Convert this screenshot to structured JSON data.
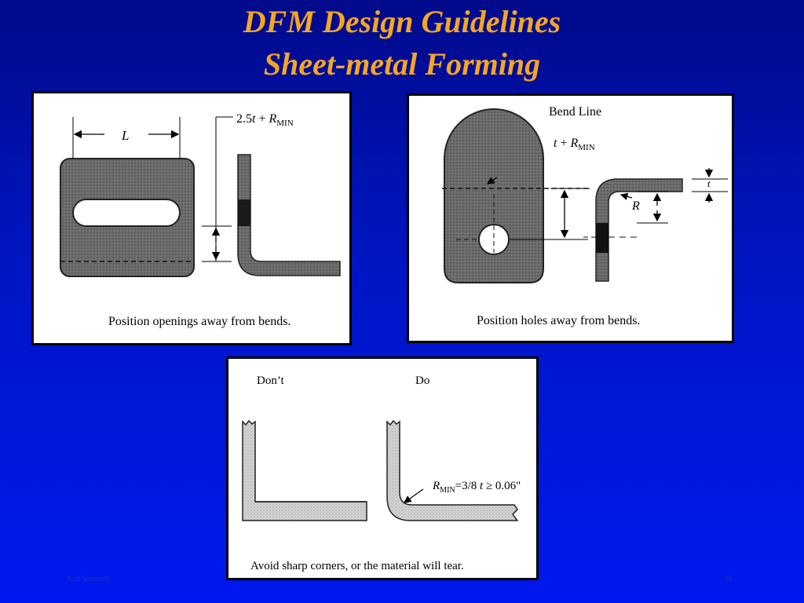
{
  "slide": {
    "title_line1": "DFM Design Guidelines",
    "title_line2": "Sheet-metal Forming",
    "footer_author": "Ken Youssefi",
    "footer_page": "35"
  },
  "panel_openings": {
    "caption": "Position openings away from bends.",
    "label_L": "L",
    "dim_prefix": "2.5",
    "dim_t": "t",
    "dim_plus": " + ",
    "dim_R": "R",
    "dim_sub": "MIN"
  },
  "panel_holes": {
    "caption": "Position holes away from bends.",
    "bend_line_label": "Bend Line",
    "dim_t": "t",
    "dim_plus": " + ",
    "dim_R": "R",
    "dim_sub": "MIN",
    "label_R": "R",
    "label_t": "t"
  },
  "panel_corners": {
    "caption": "Avoid sharp corners, or the material will tear.",
    "dont_label": "Don’t",
    "do_label": "Do",
    "radius_R": "R",
    "radius_sub": "MIN",
    "radius_rule": "=3/8 ",
    "radius_t": "t",
    "radius_rest": " ≥ 0.06\""
  }
}
